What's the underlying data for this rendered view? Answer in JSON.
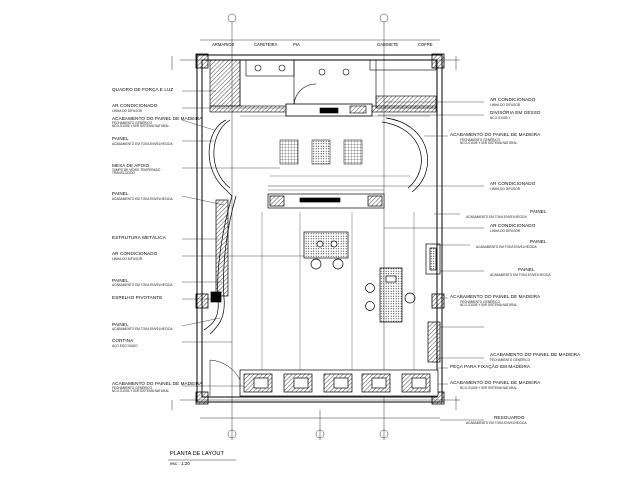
{
  "drawing": {
    "title": "PLANTA DE LAYOUT",
    "scale": "esc : 1:20"
  },
  "top_labels": {
    "armarios": "ARMARIOS",
    "cafeteria": "CAFETEIRA",
    "pia": "PIA",
    "gabinete": "GABINETE",
    "cofre": "COFRE"
  },
  "left_notes": [
    {
      "title": "QUADRO DE FORÇA E LUZ",
      "sub": ""
    },
    {
      "title": "AR CONDICIONADO",
      "sub": "LINHA DO DIFUSOR"
    },
    {
      "title": "ACABAMENTO DO PAINEL DE MADEIRA",
      "sub": "FECHAMENTO GENÉRICO\nNCO-S1005 Y 50R SISTEMA NATURAL"
    },
    {
      "title": "PAINEL",
      "sub": "ACABAMENTO EM TOKA ENVELHECIDA"
    },
    {
      "title": "MESA DE APOIO",
      "sub": "TAMPO DE VIDRO TEMPERADO\nTRANSLÚCIDO"
    },
    {
      "title": "PAINEL",
      "sub": "ACABAMENTO EM TOKA ENVELHECIDA"
    },
    {
      "title": "ESTRUTURA METÁLICA",
      "sub": ""
    },
    {
      "title": "AR CONDICIONADO",
      "sub": "LINHA DO DIFUSOR"
    },
    {
      "title": "PAINEL",
      "sub": "ACABAMENTO EM TOKA ENVELHECIDA"
    },
    {
      "title": "ESPELHO PIVOTANTE",
      "sub": ""
    },
    {
      "title": "PAINEL",
      "sub": "ACABAMENTO EM TOKA ENVELHECIDA"
    },
    {
      "title": "CORTINA",
      "sub": "AÇO ESCOVADO"
    },
    {
      "title": "ACABAMENTO DO PAINEL DE MADEIRA",
      "sub": "FECHAMENTO GENÉRICO\nNCO-S1005 Y 50R SISTEMA NATURAL"
    }
  ],
  "right_notes": [
    {
      "title": "AR CONDICIONADO",
      "sub": "LINHA DO DIFUSOR"
    },
    {
      "title": "DIVISÓRIA EM GESSO",
      "sub": "NCO-S1005-Y"
    },
    {
      "title": "ACABAMENTO DO PAINEL DE MADEIRA",
      "sub": "FECHAMENTO GENÉRICO\nNCO-S1005 Y 50R SISTEMA NATURAL"
    },
    {
      "title": "AR CONDICIONADO",
      "sub": "LINHA DO DIFUSOR"
    },
    {
      "title": "PAINEL",
      "sub": "ACABAMENTO EM TOKA ENVELHECIDA"
    },
    {
      "title": "AR CONDICIONADO",
      "sub": "LINHA DO DIFUSOR"
    },
    {
      "title": "PAINEL",
      "sub": "ACABAMENTO EM TOKA ENVELHECIDA"
    },
    {
      "title": "ACABAMENTO DO PAINEL DE MADEIRA",
      "sub": "FECHAMENTO GENÉRICO\nNCO-S1005 Y 50R SISTEMA NATURAL"
    },
    {
      "title": "PAINEL",
      "sub": "ACABAMENTO EM TOKA ENVELHECIDA"
    },
    {
      "title": "ACABAMENTO DO PAINEL DE MADEIRA",
      "sub": "FECHAMENTO GENÉRICO"
    },
    {
      "title": "PEÇA PARA FIXAÇÃO EM MADEIRA",
      "sub": ""
    },
    {
      "title": "ACABAMENTO DO PAINEL DE MADEIRA",
      "sub": "NCO-S1005 Y 50R SISTEMA NATURAL"
    },
    {
      "title": "RESGUARDO",
      "sub": "ACABAMENTO EM TOKA ENVELHECIDA"
    }
  ]
}
